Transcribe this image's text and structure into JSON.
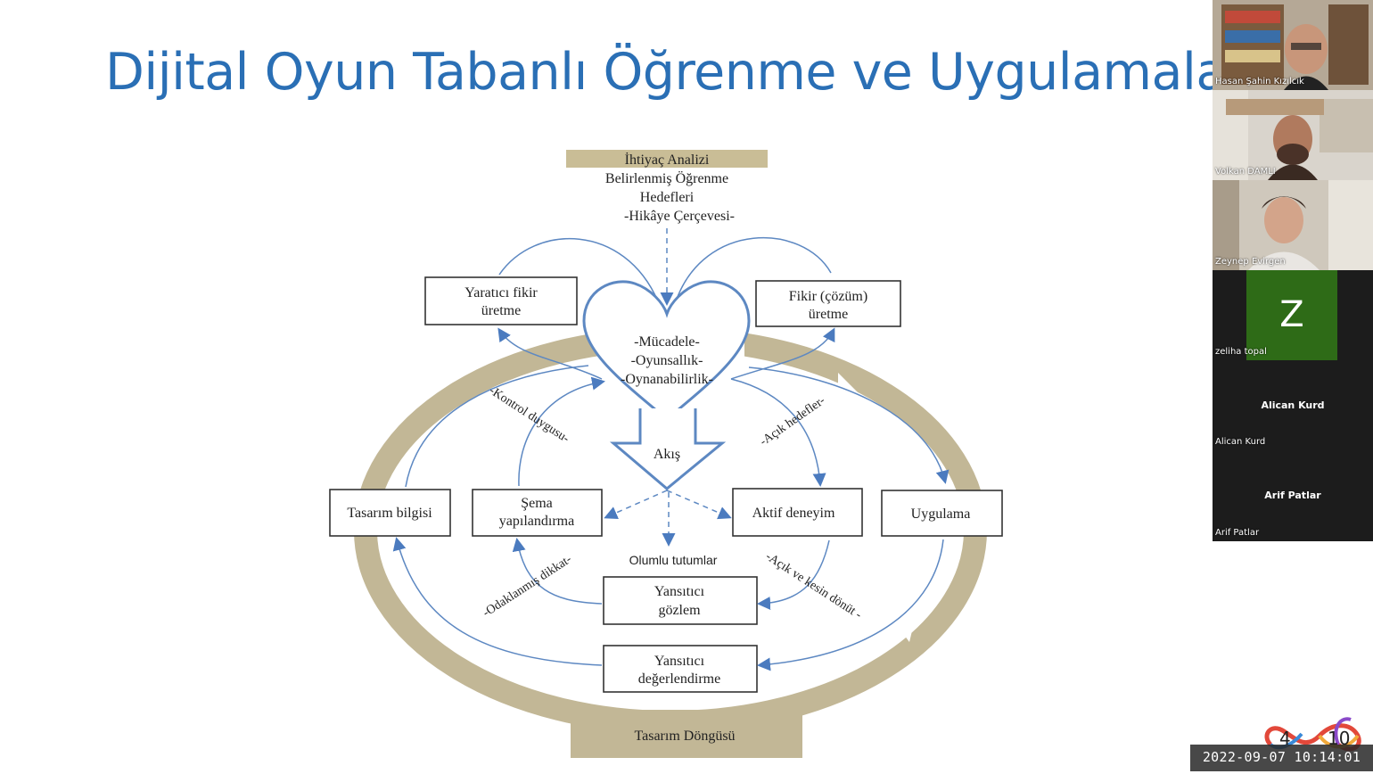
{
  "slide": {
    "title": "Dijital Oyun Tabanlı Öğrenme ve Uygulamala",
    "diagram": {
      "top_banner": "İhtiyaç Analizi",
      "goals_line1": "Belirlenmiş Öğrenme",
      "goals_line2": "Hedefleri",
      "goals_line3": "-Hikâye Çerçevesi-",
      "heart_line1": "-Mücadele-",
      "heart_line2": "-Oyunsallık-",
      "heart_line3": "-Oynanabilirlik-",
      "flow_label": "Akış",
      "creative_line1": "Yaratıcı fikir",
      "creative_line2": "üretme",
      "solution_line1": "Fikir (çözüm)",
      "solution_line2": "üretme",
      "design_knowledge": "Tasarım bilgisi",
      "schema_line1": "Şema",
      "schema_line2": "yapılandırma",
      "active_experience": "Aktif deneyim",
      "application": "Uygulama",
      "positive_attitudes": "Olumlu tutumlar",
      "observation_line1": "Yansıtıcı",
      "observation_line2": "gözlem",
      "evaluation_line1": "Yansıtıcı",
      "evaluation_line2": "değerlendirme",
      "design_cycle": "Tasarım Döngüsü",
      "control_label": "-Kontrol duygusu-",
      "clear_goals_label": "-Açık hedefler-",
      "focused_attention_label": "-Odaklanmış dikkat-",
      "clear_feedback_label": "-Açık ve kesin dönüt -"
    }
  },
  "participants": [
    {
      "name": "Hasan Şahin Kızılcık",
      "type": "video"
    },
    {
      "name": "Volkan DAMLI",
      "type": "video"
    },
    {
      "name": "Zeynep Evirgen",
      "type": "video"
    },
    {
      "name": "zeliha topal",
      "type": "avatar",
      "initial": "Z",
      "color": "#2e6b17"
    },
    {
      "name": "Alican Kurd",
      "type": "name-only",
      "center_label": "Alican Kurd"
    },
    {
      "name": "Arif Patlar",
      "type": "name-only",
      "center_label": "Arif Patlar"
    }
  ],
  "logo": {
    "num_left": "4",
    "num_right": "10"
  },
  "timestamp": "2022-09-07  10:14:01",
  "colors": {
    "title": "#2a6fb5",
    "ring": "#c2b796",
    "arrow": "#5d88c2",
    "sidebar_bg": "#1c1c1c"
  }
}
